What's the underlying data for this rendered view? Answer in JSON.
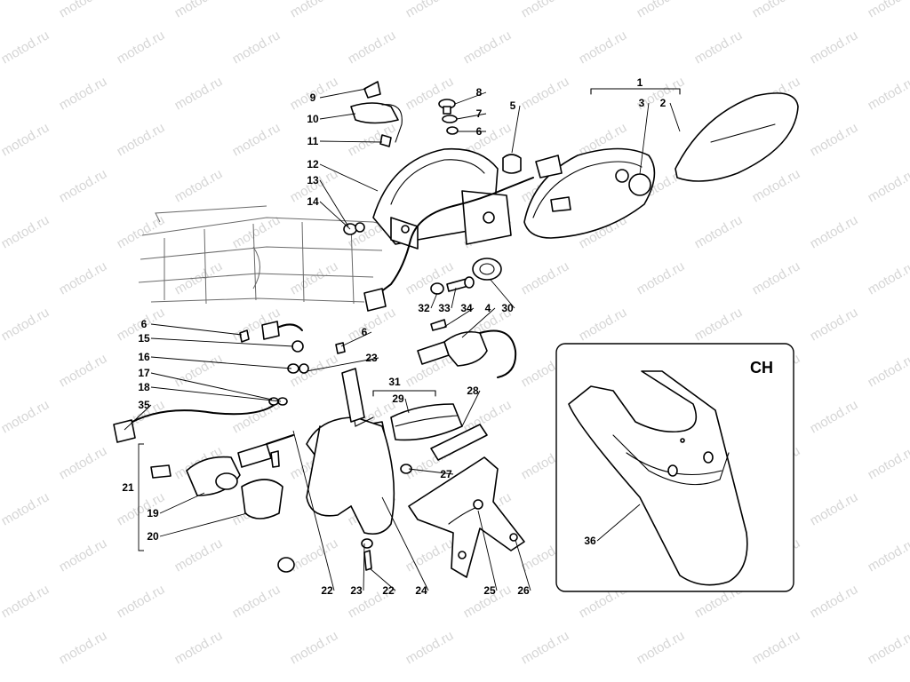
{
  "watermark": "motod.ru",
  "inset": {
    "label": "CH"
  },
  "callouts": [
    "1",
    "2",
    "3",
    "4",
    "5",
    "6",
    "7",
    "8",
    "9",
    "10",
    "11",
    "12",
    "13",
    "14",
    "15",
    "16",
    "17",
    "18",
    "19",
    "20",
    "21",
    "22",
    "23",
    "24",
    "25",
    "26",
    "27",
    "28",
    "29",
    "30",
    "31",
    "32",
    "33",
    "34",
    "35",
    "36"
  ],
  "colors": {
    "line": "#000000",
    "frame": "#6a6a6a",
    "watermark": "#d6d6d6",
    "background": "#ffffff"
  }
}
